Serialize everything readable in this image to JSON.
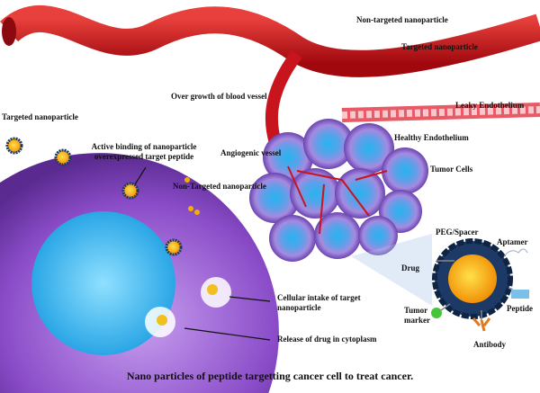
{
  "labels": {
    "non_targeted_top": "Non-targeted nanoparticle",
    "targeted_top": "Targeted nanoparticle",
    "overgrowth": "Over growth of blood vessel",
    "leaky": "Leaky  Endothelium",
    "healthy": "Healthy  Endothelium",
    "targeted_left": "Targeted nanoparticle",
    "active_binding_1": "Active binding of nanoparticle",
    "active_binding_2": "overexpressed target peptide",
    "angiogenic": "Angiogenic vessel",
    "tumor_cells": "Tumor Cells",
    "non_targeted_mid": "Non-Targeted nanoparticle",
    "peg": "PEG/Spacer",
    "aptamer": "Aptamer",
    "drug": "Drug",
    "tumor_marker_1": "Tumor",
    "tumor_marker_2": "marker",
    "peptide": "Peptide",
    "antibody": "Antibody",
    "cellular_1": "Cellular intake of target",
    "cellular_2": "nanoparticle",
    "release": "Release of drug in cytoplasm"
  },
  "caption": "Nano particles of peptide targetting cancer cell to treat cancer.",
  "colors": {
    "vessel": "#c8141c",
    "cell": "#7a3fb0",
    "nucleus": "#39b6ee",
    "core": "#f5a800",
    "shell": "#1d3a66"
  }
}
